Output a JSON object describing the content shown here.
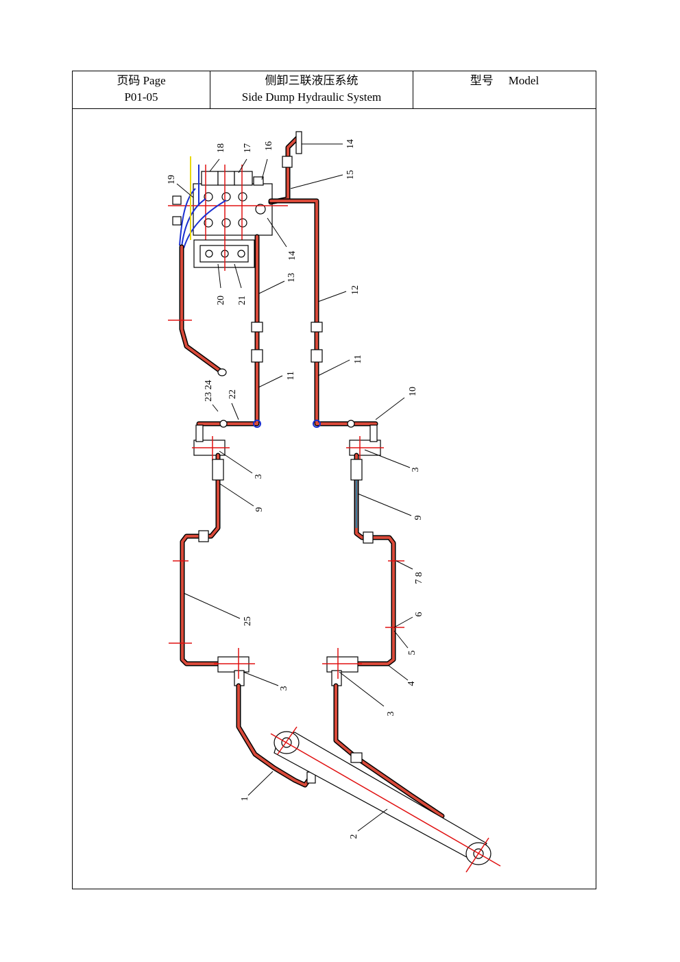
{
  "header": {
    "page_label": "页码 Page",
    "page_number": "P01-05",
    "title_cn": "侧卸三联液压系统",
    "title_en": "Side Dump Hydraulic System",
    "model_label_cn": "型号",
    "model_label_en": "Model"
  },
  "callouts": {
    "c14_top": "14",
    "c15": "15",
    "c16": "16",
    "c17": "17",
    "c18": "18",
    "c19": "19",
    "c14_mid": "14",
    "c13": "13",
    "c12": "12",
    "c20": "20",
    "c21": "21",
    "c11_left": "11",
    "c11_right": "11",
    "c23_24": "23 24",
    "c22": "22",
    "c10": "10",
    "c3_ul": "3",
    "c3_ur": "3",
    "c9_left": "9",
    "c9_right": "9",
    "c7_8": "7 8",
    "c6": "6",
    "c25": "25",
    "c5": "5",
    "c4": "4",
    "c3_ll": "3",
    "c3_lr": "3",
    "c1": "1",
    "c2": "2"
  },
  "colors": {
    "line": "#000000",
    "pipe_fill": "#d94a3a",
    "centerline": "#e01010",
    "hose_blue": "#1a2fd0",
    "accent_yellow": "#e8d800"
  }
}
